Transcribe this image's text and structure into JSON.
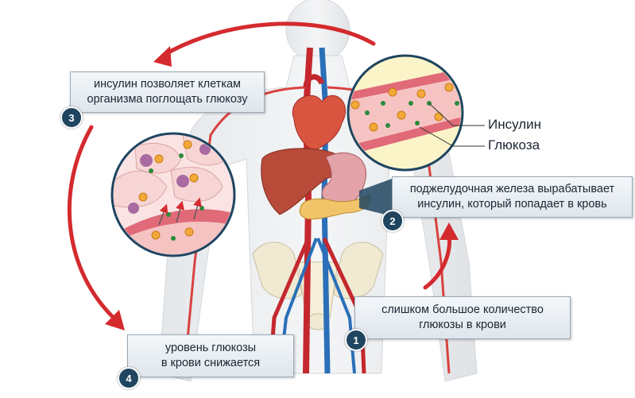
{
  "steps": [
    {
      "number": "1",
      "line1": "слишком большое количество",
      "line2": "глюкозы в крови"
    },
    {
      "number": "2",
      "line1": "поджелудочная железа вырабатывает",
      "line2": "инсулин, который попадает в кровь"
    },
    {
      "number": "3",
      "line1": "инсулин позволяет клеткам",
      "line2": "организма поглощать глюкозу"
    },
    {
      "number": "4",
      "line1": "уровень глюкозы",
      "line2": "в крови снижается"
    }
  ],
  "legend": {
    "insulin": "Инсулин",
    "glucose": "Глюкоза"
  },
  "colors": {
    "arrow": "#d42a2e",
    "insulin_dot": "#2a8a3a",
    "glucose_dot": "#f2a93a",
    "badge": "#1f4560",
    "vessel_wall": "#e06a78",
    "vessel_lumen": "#f6c3c3"
  }
}
